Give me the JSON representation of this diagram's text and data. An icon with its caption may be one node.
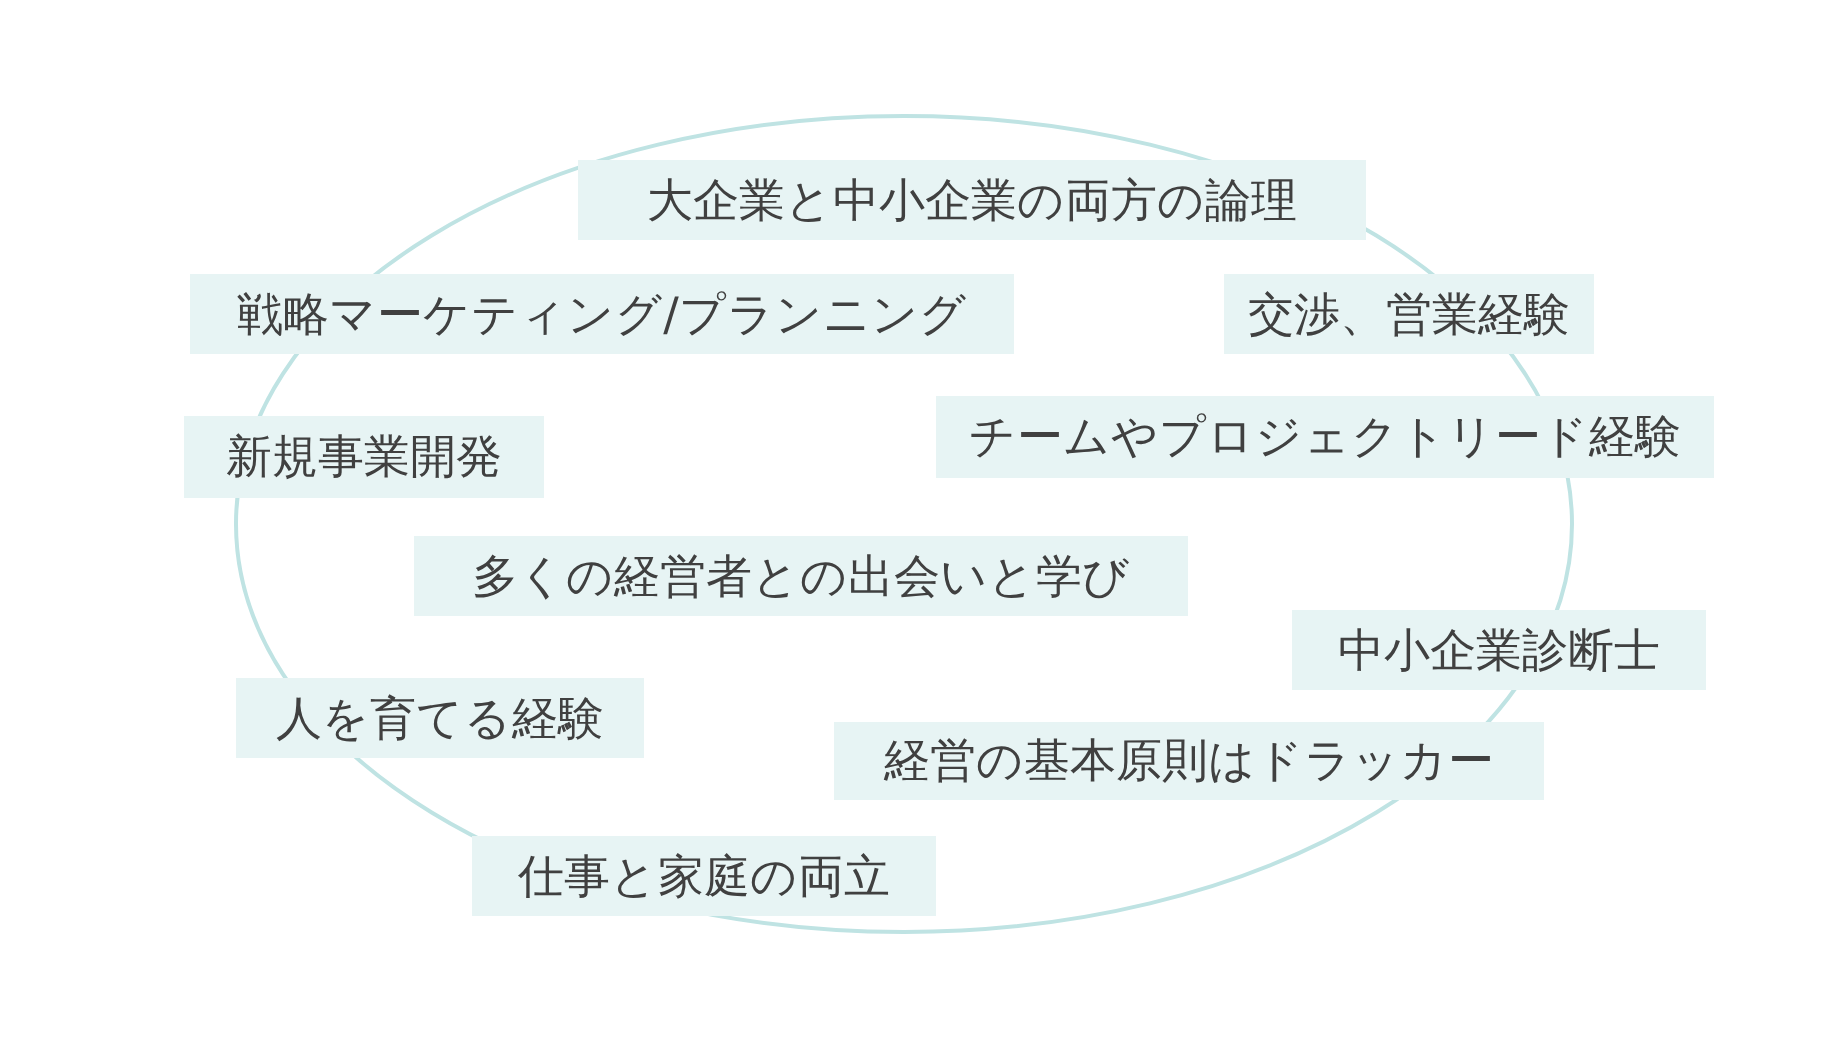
{
  "diagram": {
    "nodes": [
      {
        "text": [],
        "shape": "ellipse"
      },
      {
        "text": [
          "大企業と中小企業の両方の論理"
        ],
        "in": 0
      },
      {
        "text": [
          "戦略マーケティング/プランニング"
        ]
      },
      {
        "text": [
          "交渉、営業経験"
        ],
        "in": 0
      },
      {
        "text": [
          "新規事業開発"
        ]
      },
      {
        "text": [
          "チームやプロジェクトリード経験"
        ]
      },
      {
        "text": [
          "多くの経営者との出会いと学び"
        ],
        "in": 0
      },
      {
        "text": [
          "中小企業診断士"
        ]
      },
      {
        "text": [
          "人を育てる経験"
        ],
        "in": 0
      },
      {
        "text": [
          "経営の基本原則はドラッカー"
        ],
        "in": 0
      },
      {
        "text": [
          "仕事と家庭の両立"
        ],
        "in": 0
      }
    ]
  }
}
